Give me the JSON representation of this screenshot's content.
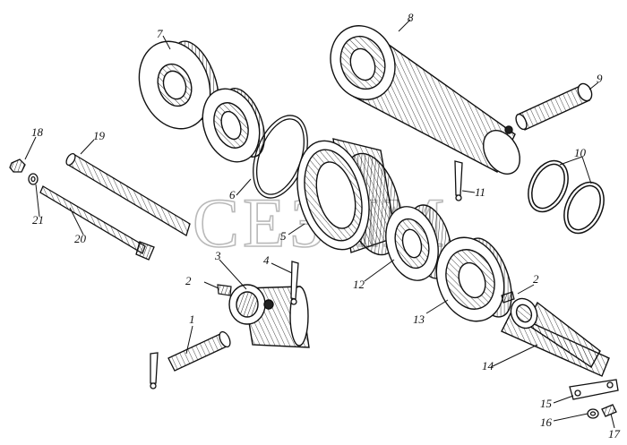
{
  "watermark": "СЕЗИМ",
  "part_labels": [
    "1",
    "2",
    "2",
    "3",
    "4",
    "5",
    "6",
    "7",
    "8",
    "9",
    "10",
    "11",
    "12",
    "13",
    "14",
    "15",
    "16",
    "17",
    "18",
    "19",
    "20",
    "21"
  ]
}
